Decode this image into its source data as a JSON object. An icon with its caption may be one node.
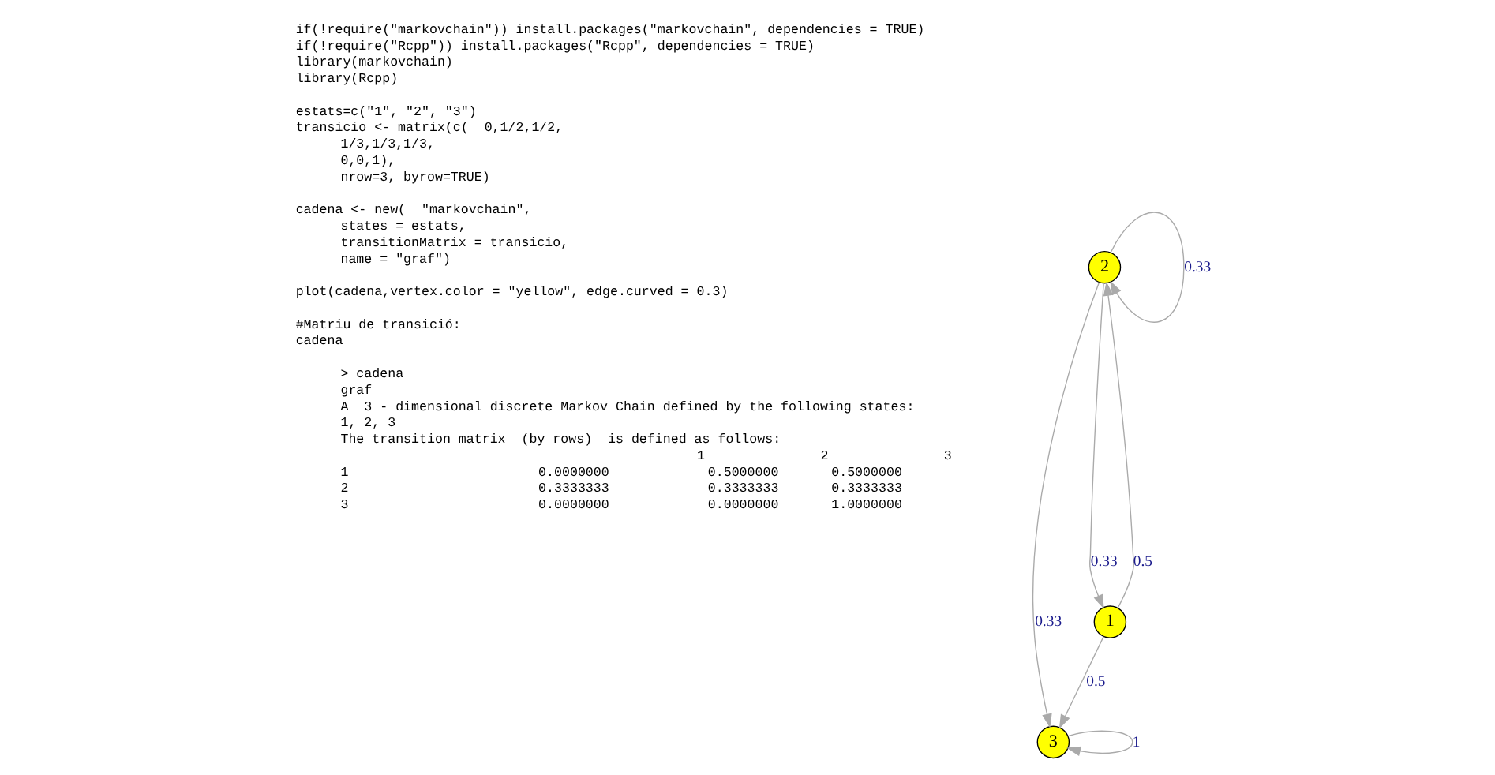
{
  "diagram": {
    "nodes": [
      {
        "text": [
          "3"
        ]
      },
      {
        "text": [
          "2"
        ]
      },
      {
        "text": [
          "1"
        ]
      }
    ],
    "edges": [
      {
        "from": 2,
        "to": 1,
        "arrow": "to",
        "label": "0.5"
      },
      {
        "from": 2,
        "to": 0,
        "arrow": "to",
        "label": "0.5"
      },
      {
        "from": 1,
        "to": 2,
        "arrow": "to",
        "label": "0.33"
      },
      {
        "from": 1,
        "to": 1,
        "arrow": "to",
        "label": "0.33"
      },
      {
        "from": 1,
        "to": 0,
        "arrow": "to",
        "label": "0.33"
      },
      {
        "from": 0,
        "to": 0,
        "arrow": "to",
        "label": "1"
      }
    ],
    "labels": [
      "if(!require(\"markovchain\")) install.packages(\"markovchain\", dependencies = TRUE)",
      "if(!require(\"Rcpp\")) install.packages(\"Rcpp\", dependencies = TRUE)",
      "library(markovchain)",
      "library(Rcpp)",
      "estats=c(\"1\", \"2\", \"3\")",
      "transicio <- matrix(c(  0,1/2,1/2,",
      "1/3,1/3,1/3,",
      "0,0,1),",
      "nrow=3, byrow=TRUE)",
      "cadena <- new(  \"markovchain\",",
      "states = estats,",
      "transitionMatrix = transicio,",
      "name = \"graf\")",
      "plot(cadena,vertex.color = \"yellow\", edge.curved = 0.3)",
      "#Matriu de transició:",
      "cadena",
      "> cadena",
      "graf",
      "A  3 - dimensional discrete Markov Chain defined by the following states:",
      "1, 2, 3",
      "The transition matrix  (by rows)  is defined as follows:",
      "1",
      "2",
      "3",
      "1",
      "0.0000000",
      "0.5000000",
      "0.5000000",
      "2",
      "0.3333333",
      "0.3333333",
      "0.3333333",
      "3",
      "0.0000000",
      "0.0000000",
      "1.0000000"
    ]
  }
}
